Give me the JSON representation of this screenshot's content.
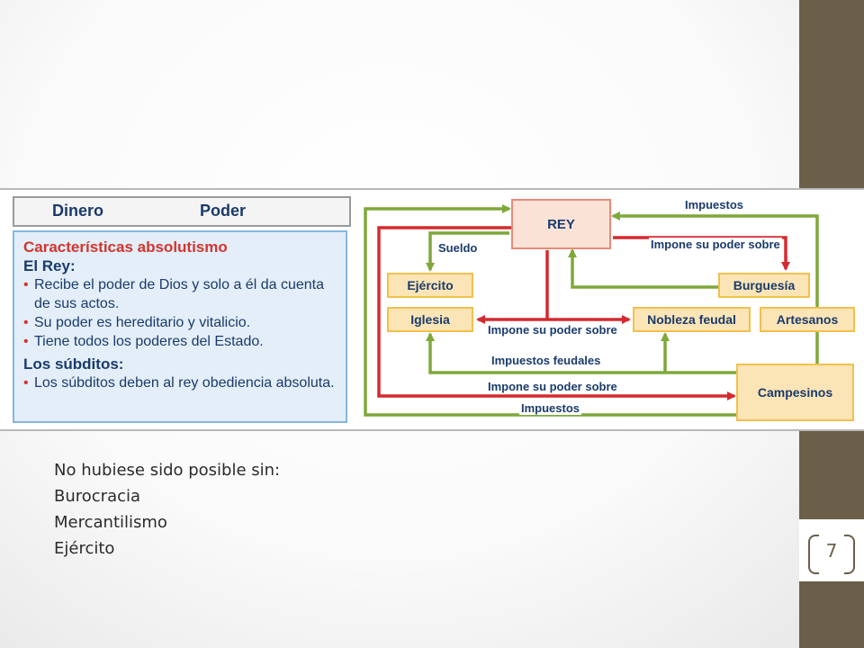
{
  "slide": {
    "page_number": "7",
    "list": [
      "No hubiese sido posible sin:",
      "Burocracia",
      "Mercantilismo",
      "Ejército"
    ]
  },
  "legend": {
    "money_label": "Dinero",
    "power_label": "Poder"
  },
  "characteristics": {
    "title": "Características absolutismo",
    "king_heading": "El Rey:",
    "king_points": [
      "Recibe el poder de Dios y solo a él da cuenta de sus actos.",
      "Su poder es hereditario y vitalicio.",
      "Tiene todos los poderes del Estado."
    ],
    "subjects_heading": "Los súbditos:",
    "subjects_points": [
      "Los súbditos deben al rey obediencia absoluta."
    ]
  },
  "nodes": {
    "rey": "REY",
    "ejercito": "Ejército",
    "iglesia": "Iglesia",
    "burguesia": "Burguesía",
    "nobleza": "Nobleza feudal",
    "artesanos": "Artesanos",
    "campesinos": "Campesinos"
  },
  "edge_labels": {
    "impuestos_top": "Impuestos",
    "impone_burguesia": "Impone su poder sobre",
    "sueldo": "Sueldo",
    "impone_iglesia": "Impone su poder sobre",
    "impuestos_feudales": "Impuestos feudales",
    "impone_campesinos": "Impone su poder sobre",
    "impuestos_bottom": "Impuestos"
  },
  "colors": {
    "money_arrow": "#7ea83a",
    "power_arrow": "#d42a2f",
    "node_fill": "#fbe4b6",
    "node_border": "#f2c14b",
    "text_navy": "#1a3b6b",
    "sidebar": "#6b5f49"
  }
}
